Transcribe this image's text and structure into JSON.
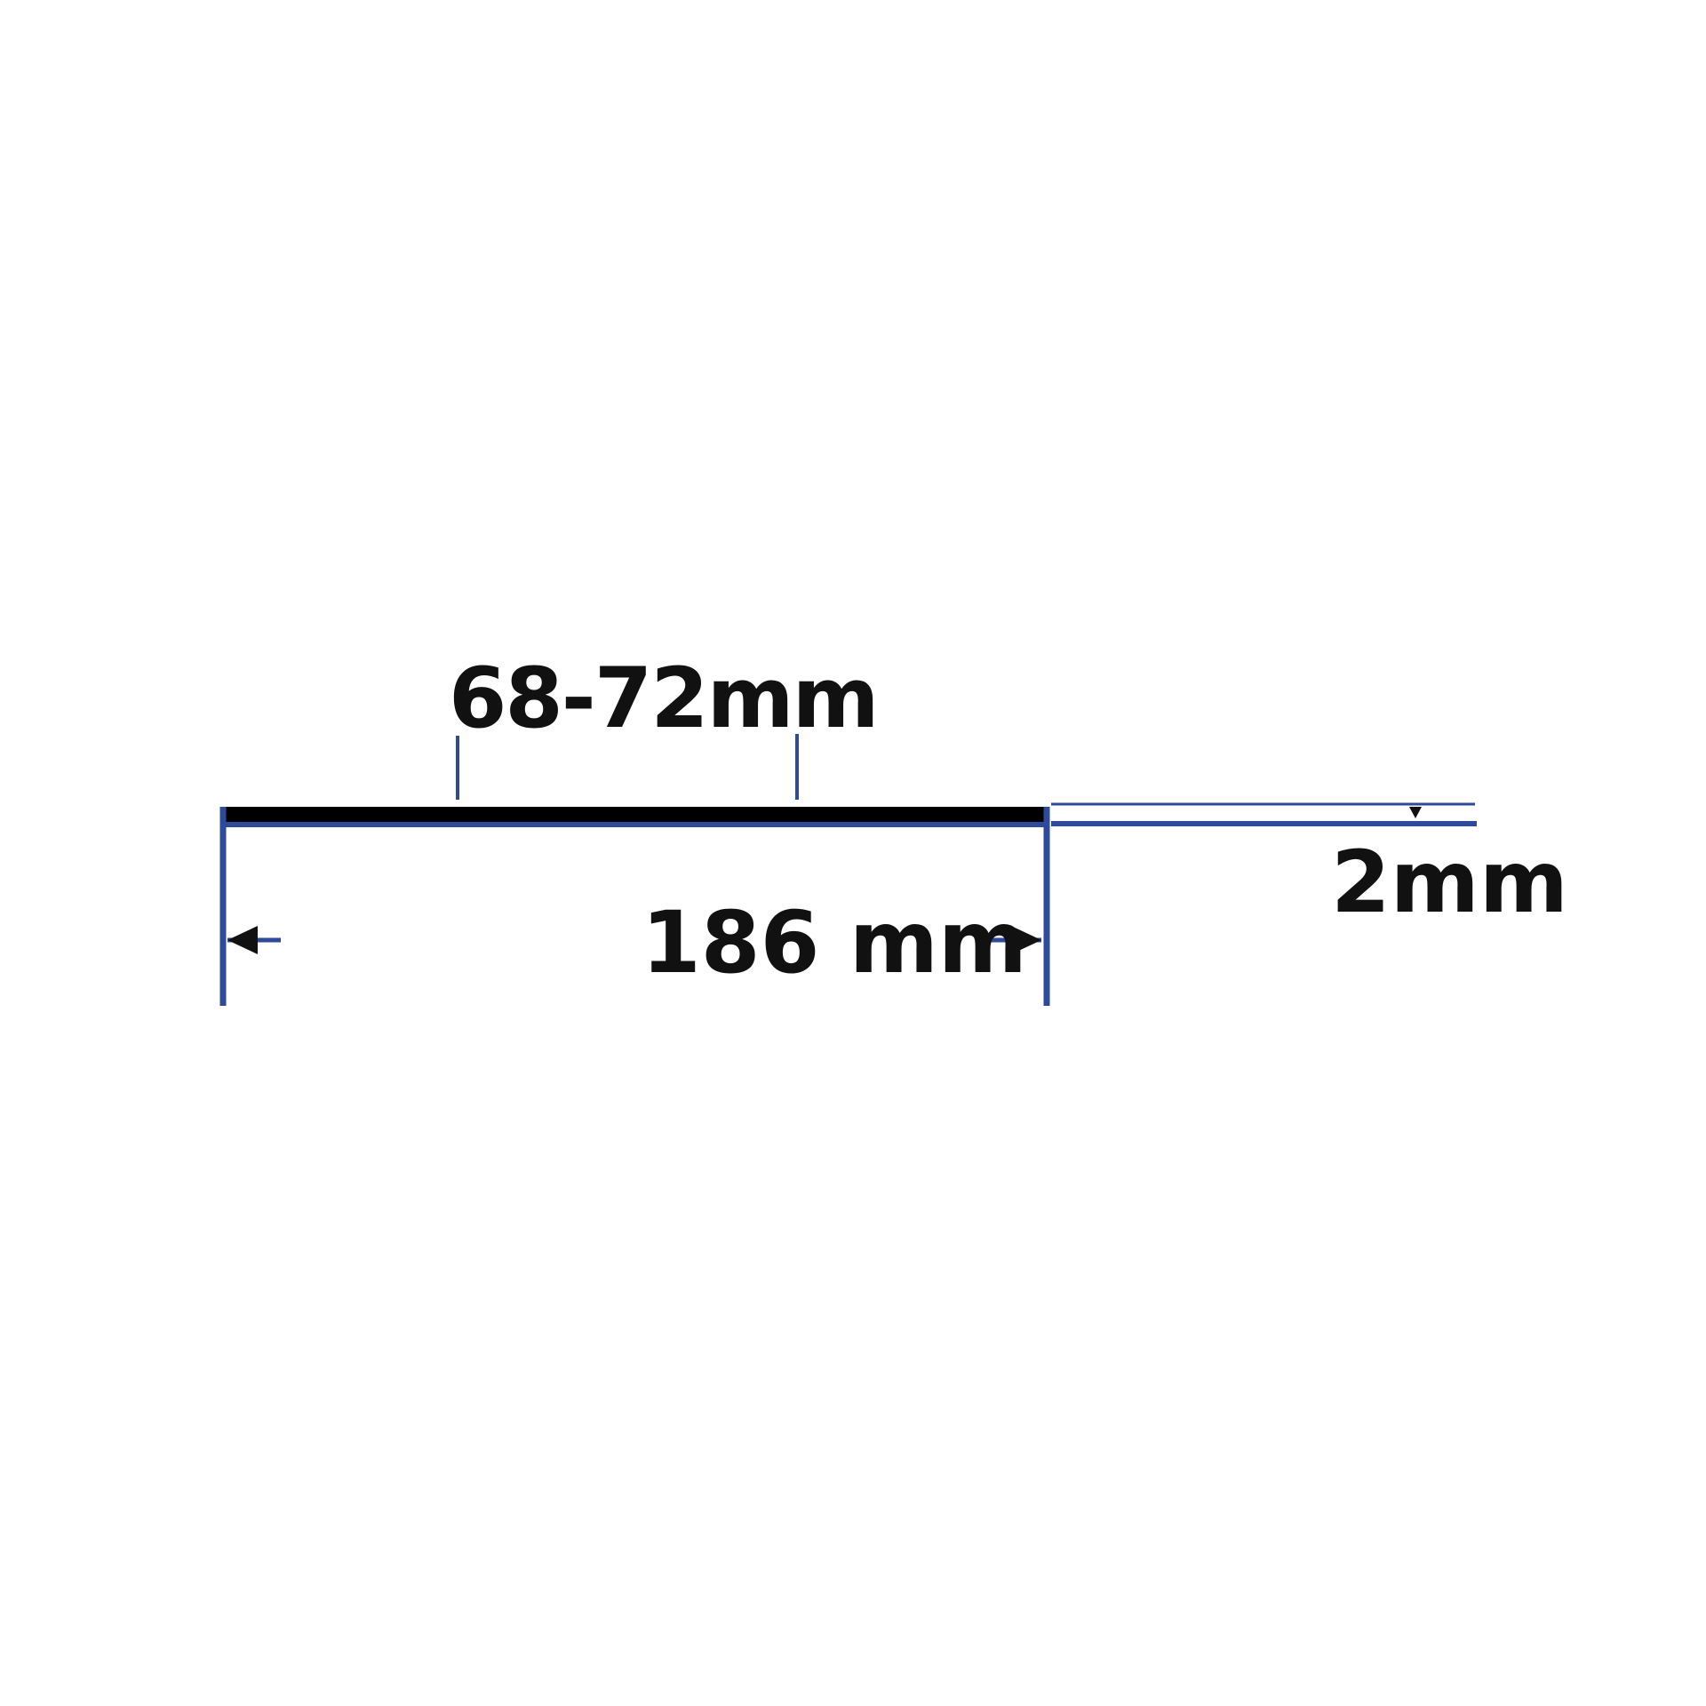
{
  "labels": {
    "spacing": "68-72mm",
    "length": "186 mm",
    "thickness": "2mm"
  },
  "colors": {
    "dimension_line": "#2e4a9a",
    "strip": "#000000",
    "text": "#111111",
    "background": "#ffffff"
  }
}
